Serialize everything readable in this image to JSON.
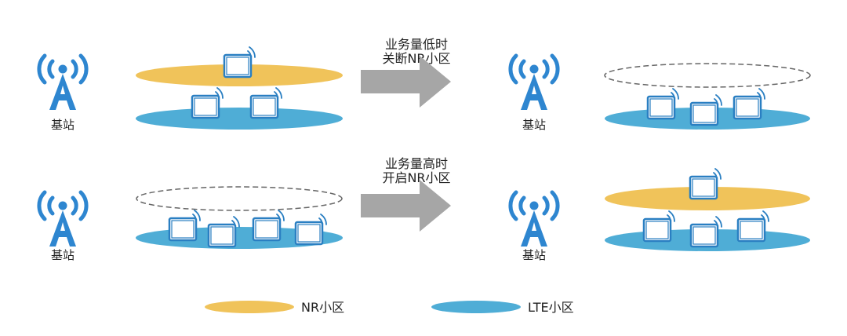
{
  "station_label": "基站",
  "top_row": {
    "caption_line1": "业务量低时",
    "caption_line2": "关断NR小区"
  },
  "bottom_row": {
    "caption_line1": "业务量高时",
    "caption_line2": "开启NR小区"
  },
  "legend": {
    "nr_label": "NR小区",
    "lte_label": "LTE小区"
  },
  "colors": {
    "nr_cell": "#F0C35A",
    "lte_cell": "#4FADD6",
    "device": "#2A7FC2",
    "station": "#2E86D0",
    "arrow": "#A6A6A6"
  },
  "icons": [
    "base-station-icon",
    "phone-icon",
    "signal-waves-icon",
    "arrow-right-icon"
  ]
}
